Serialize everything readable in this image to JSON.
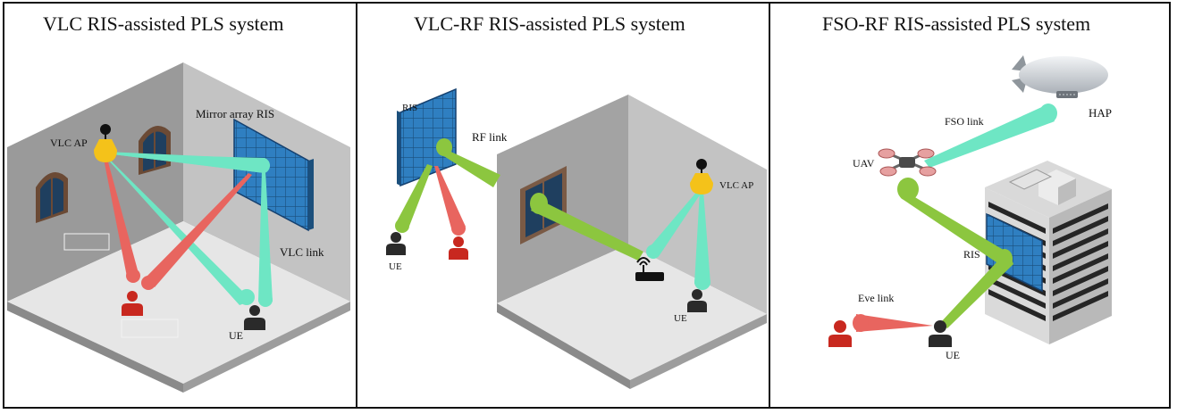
{
  "panels": [
    {
      "title": "VLC RIS-assisted PLS system",
      "labels": {
        "ris": "Mirror array RIS",
        "ap": "VLC AP",
        "link": "VLC link",
        "ue": "UE"
      }
    },
    {
      "title": "VLC-RF RIS-assisted PLS system",
      "labels": {
        "ris": "RIS",
        "rf_link": "RF link",
        "ap": "VLC AP",
        "ue_left": "UE",
        "ue_right": "UE"
      }
    },
    {
      "title": "FSO-RF RIS-assisted PLS system",
      "labels": {
        "hap": "HAP",
        "fso_link": "FSO link",
        "uav": "UAV",
        "ris": "RIS",
        "eve_link": "Eve link",
        "ue": "UE"
      }
    }
  ],
  "colors": {
    "vlc_beam": "#6ee6c4",
    "rf_beam": "#8cc63f",
    "eve_beam": "#e8655f",
    "ris_panel": "#2f7fc1",
    "bulb": "#f4c21a",
    "user": "#2a2a2a",
    "eve": "#c8281f"
  }
}
